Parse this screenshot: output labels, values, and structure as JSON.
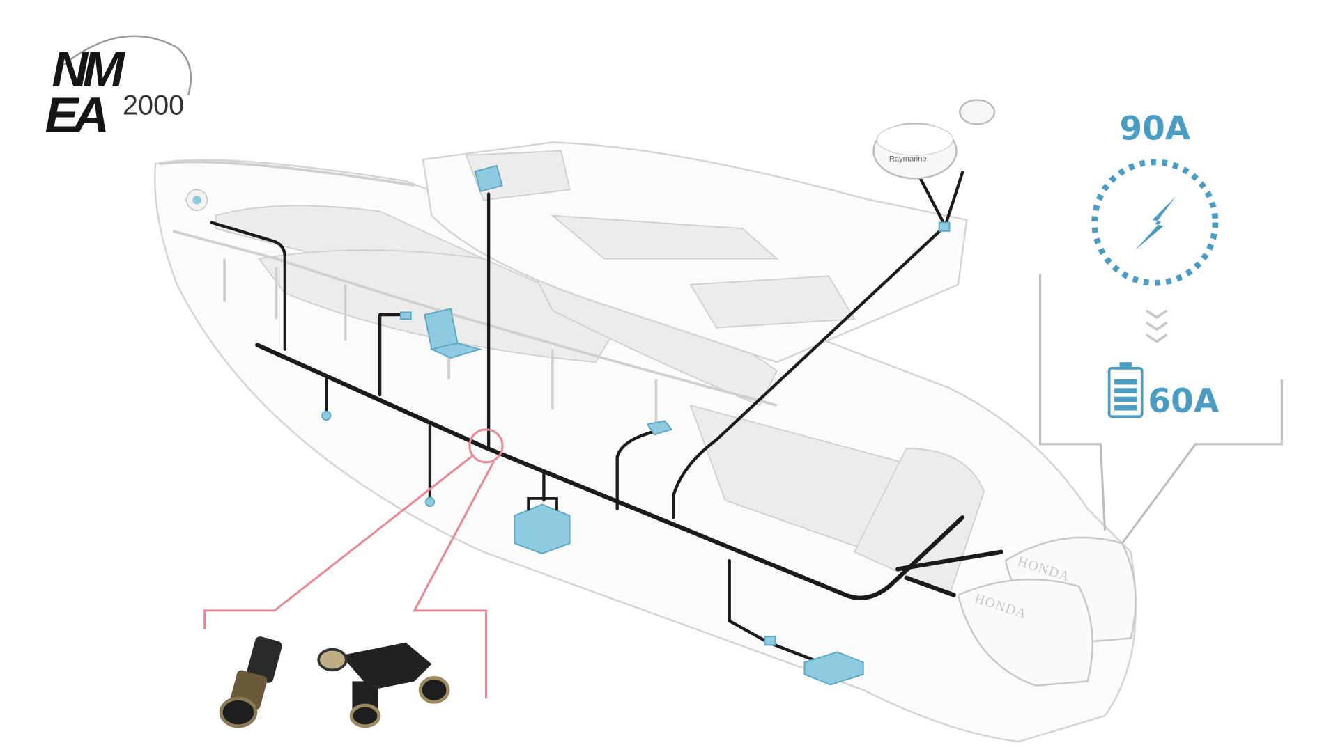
{
  "logo": {
    "line1": "NM",
    "line2": "EA",
    "suffix": "2000"
  },
  "power": {
    "source_current": "90A",
    "battery_current": "60A"
  },
  "engines": [
    {
      "brand": "HONDA"
    },
    {
      "brand": "HONDA"
    }
  ],
  "radar_label": "Raymarine",
  "colors": {
    "accent": "#4a9cc2",
    "device": "#8fcbe0",
    "callout": "#e58a96",
    "cable": "#1b1b1b"
  },
  "icons": [
    "lightning-icon",
    "battery-icon",
    "chevron-down-icon"
  ]
}
